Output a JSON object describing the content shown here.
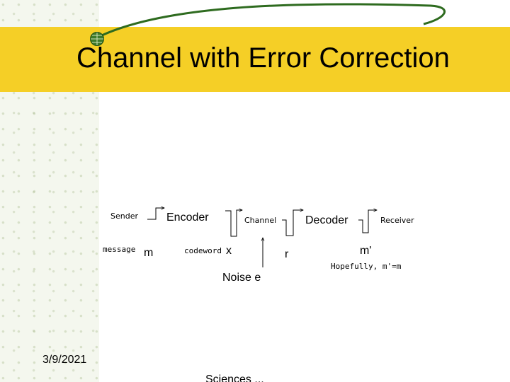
{
  "slide": {
    "title": "Channel with Error Correction",
    "date": "3/9/2021",
    "footer_partial": "Sciences ..."
  },
  "diagram": {
    "sender": "Sender",
    "message": "message",
    "m": "m",
    "encoder": "Encoder",
    "codeword": "codeword",
    "x": "x",
    "channel": "Channel",
    "noise": "Noise e",
    "r": "r",
    "decoder": "Decoder",
    "receiver": "Receiver",
    "m_prime": "m'",
    "hopefully": "Hopefully, m'=m"
  },
  "colors": {
    "title_band": "#f5cf26",
    "accent_line": "#2e6b1f"
  }
}
